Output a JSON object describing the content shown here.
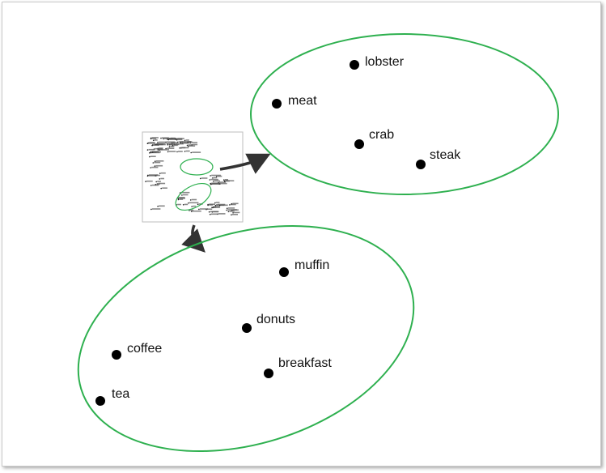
{
  "diagram": {
    "colors": {
      "cluster_outline": "#2eb04f",
      "dot": "#000000",
      "text": "#111111",
      "arrow": "#333333",
      "thumbnail_border": "#bdbdbd"
    },
    "clusters": [
      {
        "id": "seafood",
        "items": [
          "lobster",
          "meat",
          "crab",
          "steak"
        ]
      },
      {
        "id": "breakfast-drinks",
        "items": [
          "muffin",
          "donuts",
          "coffee",
          "breakfast",
          "tea"
        ]
      }
    ],
    "thumbnail": {
      "description_icon": "scatter-plot-thumbnail"
    }
  }
}
